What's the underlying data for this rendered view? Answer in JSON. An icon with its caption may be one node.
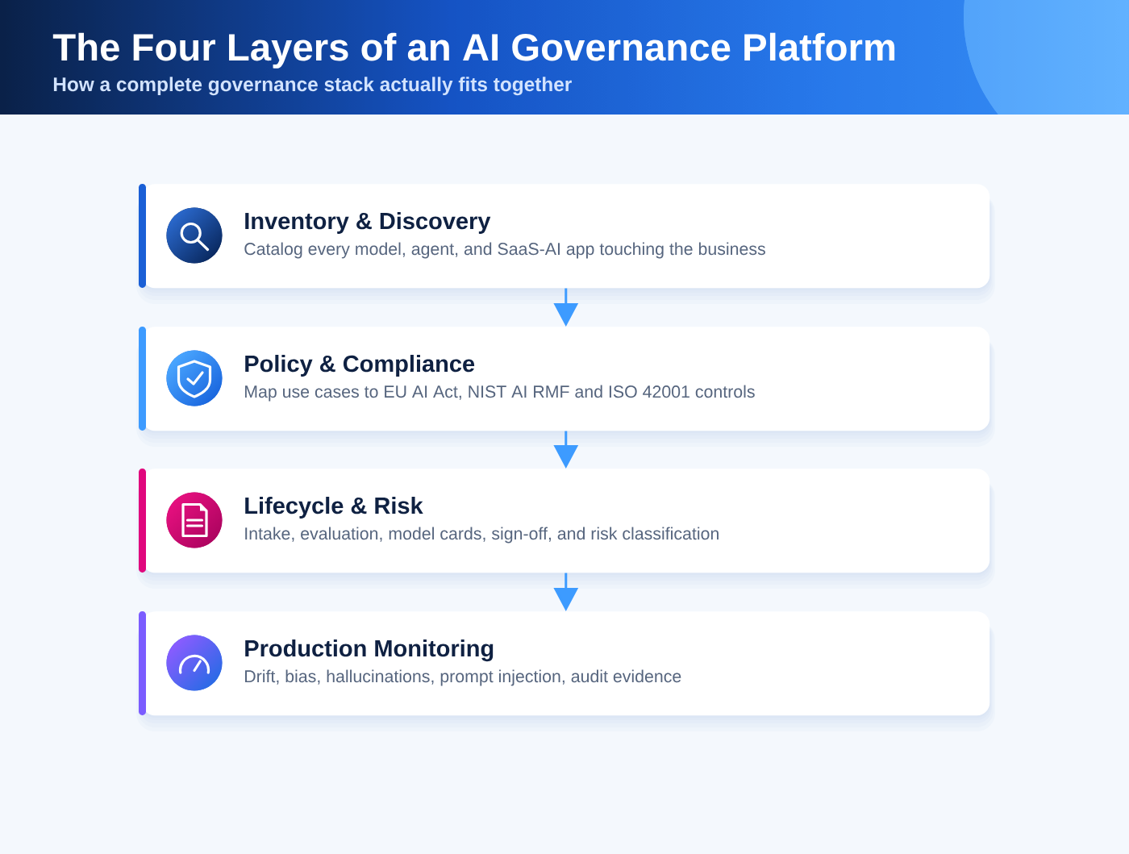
{
  "diagram": {
    "title": "The Four Layers of an AI Governance Platform",
    "nodes": [
      {
        "text": [
          "Inventory & Discovery",
          "Catalog every model, agent, and SaaS-AI app touching the business"
        ]
      },
      {
        "text": [
          "Policy & Compliance",
          "Map use cases to EU AI Act, NIST AI RMF and ISO 42001 controls"
        ]
      },
      {
        "text": [
          "Lifecycle & Risk",
          "Intake, evaluation, model cards, sign-off, and risk classification"
        ]
      },
      {
        "text": [
          "Production Monitoring",
          "Drift, bias, hallucinations, prompt injection, audit evidence"
        ]
      }
    ],
    "edges": [
      {
        "from": 0,
        "to": 1,
        "arrow": "to"
      },
      {
        "from": 1,
        "to": 2,
        "arrow": "to"
      },
      {
        "from": 2,
        "to": 3,
        "arrow": "to"
      }
    ],
    "labels": [
      "How a complete governance stack actually fits together"
    ]
  }
}
